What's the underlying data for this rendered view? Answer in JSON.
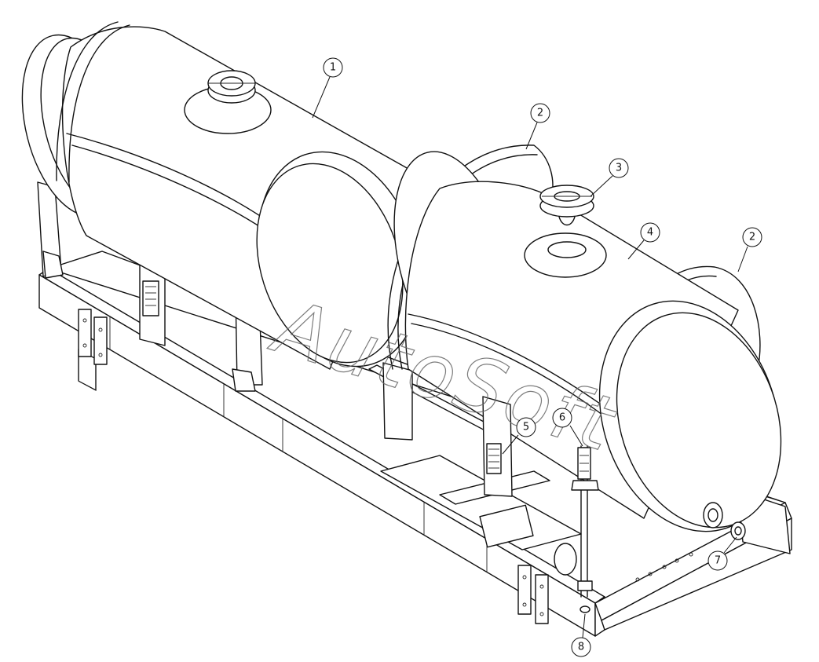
{
  "diagram": {
    "callouts": [
      {
        "label": "1"
      },
      {
        "label": "2"
      },
      {
        "label": "3"
      },
      {
        "label": "4"
      },
      {
        "label": "2"
      },
      {
        "label": "5"
      },
      {
        "label": "6"
      },
      {
        "label": "7"
      },
      {
        "label": "8"
      }
    ],
    "watermark_text": "AutoSoft",
    "line_color": "#111111",
    "background_color": "#ffffff"
  }
}
